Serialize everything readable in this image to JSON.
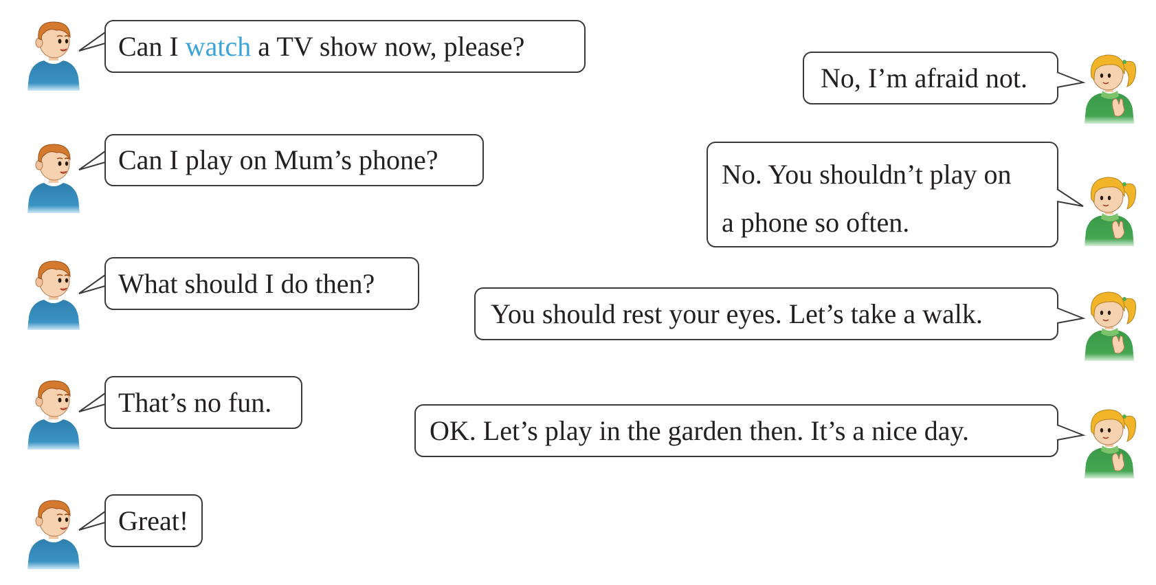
{
  "boy": {
    "lines": [
      {
        "before": "Can I ",
        "highlight": "watch",
        "after": " a TV show now, please?"
      },
      {
        "text": "Can I play on Mum’s phone?"
      },
      {
        "text": "What should I do then?"
      },
      {
        "text": "That’s no fun."
      },
      {
        "text": "Great!"
      }
    ]
  },
  "girl": {
    "lines": [
      {
        "text": "No, I’m afraid not."
      },
      {
        "line1": "No. You shouldn’t play on",
        "line2": "a phone so often."
      },
      {
        "text": "You should rest your eyes. Let’s take a walk."
      },
      {
        "text": "OK. Let’s play in the garden then. It’s a nice day."
      }
    ]
  },
  "colors": {
    "highlight": "#3aa3d8",
    "border": "#3a3a3a",
    "boy_shirt": "#2f85b3",
    "girl_shirt": "#3c9b4a",
    "boy_hair": "#d0772e",
    "girl_hair": "#f2b92f"
  },
  "icons": [
    "boy-avatar-icon",
    "girl-avatar-icon"
  ]
}
